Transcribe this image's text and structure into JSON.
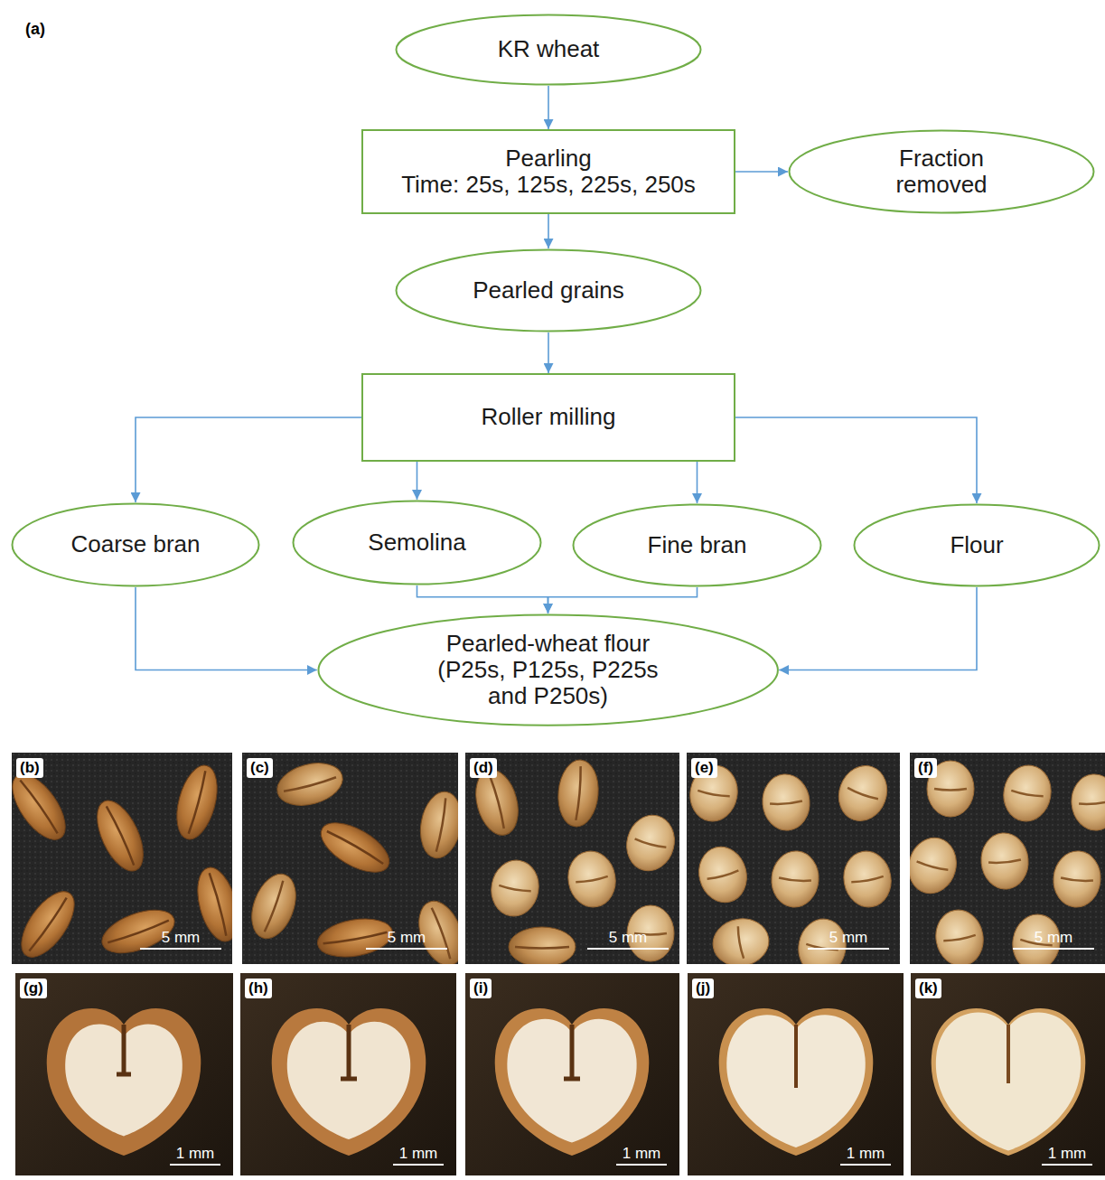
{
  "diagram": {
    "nodes": [
      {
        "text": [
          "KR wheat"
        ]
      },
      {
        "text": [
          "Pearling",
          "Time: 25s, 125s, 225s, 250s"
        ]
      },
      {
        "text": [
          "Fraction removed"
        ]
      },
      {
        "text": [
          "Pearled grains"
        ]
      },
      {
        "text": [
          "Roller milling"
        ]
      },
      {
        "text": [
          "Coarse bran"
        ]
      },
      {
        "text": [
          "Semolina"
        ]
      },
      {
        "text": [
          "Fine bran"
        ]
      },
      {
        "text": [
          "Flour"
        ]
      },
      {
        "text": [
          "Pearled-wheat flour (P25s, P125s, P225s and P250s)"
        ]
      }
    ],
    "edges": [
      {
        "from": 0,
        "to": 1,
        "arrow": "to"
      },
      {
        "from": 1,
        "to": 2,
        "arrow": "to"
      },
      {
        "from": 1,
        "to": 3,
        "arrow": "to"
      },
      {
        "from": 3,
        "to": 4,
        "arrow": "to"
      },
      {
        "from": 4,
        "to": 5,
        "arrow": "to"
      },
      {
        "from": 4,
        "to": 6,
        "arrow": "to"
      },
      {
        "from": 4,
        "to": 7,
        "arrow": "to"
      },
      {
        "from": 4,
        "to": 8,
        "arrow": "to"
      },
      {
        "from": 5,
        "to": 9,
        "arrow": "to"
      },
      {
        "from": 6,
        "to": 9,
        "arrow": "to"
      },
      {
        "from": 7,
        "to": 9,
        "arrow": "to"
      },
      {
        "from": 8,
        "to": 9,
        "arrow": "to"
      }
    ],
    "labels": [
      "(a)",
      "(b)",
      "5 mm",
      "(c)",
      "5 mm",
      "(d)",
      "5 mm",
      "(e)",
      "5 mm",
      "(f)",
      "5 mm",
      "(g)",
      "1 mm",
      "(h)",
      "1 mm",
      "(i)",
      "1 mm",
      "(j)",
      "1 mm",
      "(k)",
      "1 mm"
    ]
  }
}
